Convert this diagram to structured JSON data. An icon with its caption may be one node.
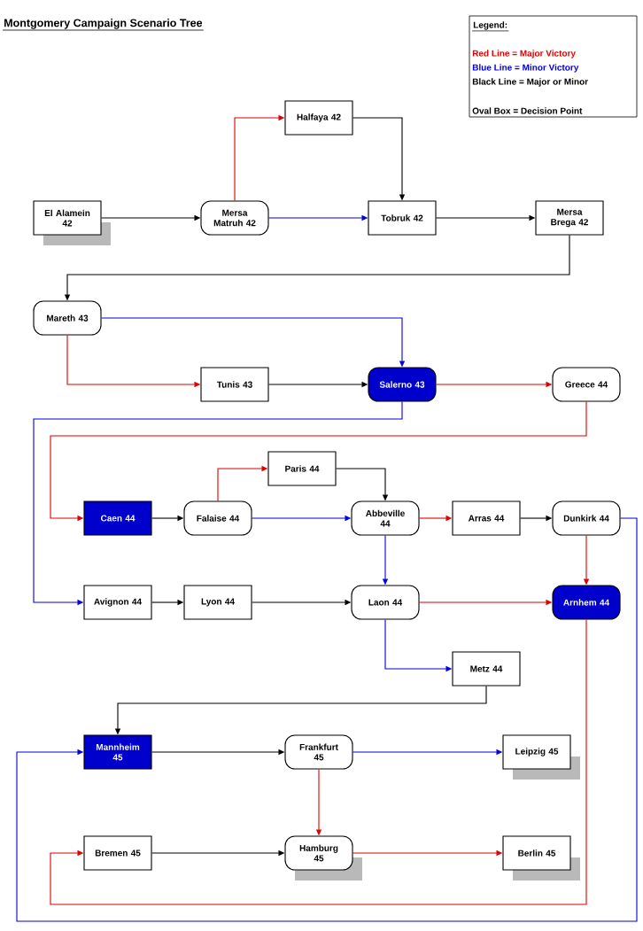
{
  "diagram": {
    "title": "Montgomery Campaign Scenario Tree",
    "nodes": [
      {
        "text": [
          "El Alamein 42"
        ]
      },
      {
        "text": [
          "Mersa Matruh 42"
        ]
      },
      {
        "text": [
          "Halfaya 42"
        ]
      },
      {
        "text": [
          "Tobruk 42"
        ]
      },
      {
        "text": [
          "Mersa Brega 42"
        ]
      },
      {
        "text": [
          "Mareth 43"
        ]
      },
      {
        "text": [
          "Tunis 43"
        ]
      },
      {
        "text": [
          "Salerno 43"
        ]
      },
      {
        "text": [
          "Greece 44"
        ]
      },
      {
        "text": [
          "Caen 44"
        ]
      },
      {
        "text": [
          "Falaise 44"
        ]
      },
      {
        "text": [
          "Paris 44"
        ]
      },
      {
        "text": [
          "Abbeville 44"
        ]
      },
      {
        "text": [
          "Arras 44"
        ]
      },
      {
        "text": [
          "Dunkirk 44"
        ]
      },
      {
        "text": [
          "Avignon 44"
        ]
      },
      {
        "text": [
          "Lyon 44"
        ]
      },
      {
        "text": [
          "Laon 44"
        ]
      },
      {
        "text": [
          "Arnhem 44"
        ]
      },
      {
        "text": [
          "Metz 44"
        ]
      },
      {
        "text": [
          "Mannheim 45"
        ]
      },
      {
        "text": [
          "Frankfurt 45"
        ]
      },
      {
        "text": [
          "Leipzig 45"
        ]
      },
      {
        "text": [
          "Bremen 45"
        ]
      },
      {
        "text": [
          "Hamburg 45"
        ]
      },
      {
        "text": [
          "Berlin 45"
        ]
      }
    ],
    "edges": [
      {
        "from": 0,
        "to": 1,
        "arrow": "to"
      },
      {
        "from": 1,
        "to": 2,
        "arrow": "to",
        "color": "#e00000"
      },
      {
        "from": 1,
        "to": 3,
        "arrow": "to",
        "color": "#0000e0"
      },
      {
        "from": 2,
        "to": 3,
        "arrow": "to"
      },
      {
        "from": 3,
        "to": 4,
        "arrow": "to"
      },
      {
        "from": 4,
        "to": 5,
        "arrow": "to"
      },
      {
        "from": 5,
        "to": 7,
        "arrow": "to",
        "color": "#0000e0"
      },
      {
        "from": 5,
        "to": 6,
        "arrow": "to",
        "color": "#e00000"
      },
      {
        "from": 6,
        "to": 7,
        "arrow": "to"
      },
      {
        "from": 7,
        "to": 8,
        "arrow": "to",
        "color": "#e00000"
      },
      {
        "from": 7,
        "to": 15,
        "arrow": "to",
        "color": "#0000e0"
      },
      {
        "from": 8,
        "to": 9,
        "arrow": "to",
        "color": "#e00000"
      },
      {
        "from": 9,
        "to": 10,
        "arrow": "to"
      },
      {
        "from": 10,
        "to": 11,
        "arrow": "to",
        "color": "#e00000"
      },
      {
        "from": 10,
        "to": 12,
        "arrow": "to",
        "color": "#0000e0"
      },
      {
        "from": 11,
        "to": 12,
        "arrow": "to"
      },
      {
        "from": 12,
        "to": 13,
        "arrow": "to",
        "color": "#e00000"
      },
      {
        "from": 12,
        "to": 17,
        "arrow": "to",
        "color": "#0000e0"
      },
      {
        "from": 13,
        "to": 14,
        "arrow": "to"
      },
      {
        "from": 14,
        "to": 18,
        "arrow": "to",
        "color": "#e00000"
      },
      {
        "from": 14,
        "to": 20,
        "arrow": "to",
        "color": "#0000e0"
      },
      {
        "from": 15,
        "to": 16,
        "arrow": "to"
      },
      {
        "from": 16,
        "to": 17,
        "arrow": "to"
      },
      {
        "from": 17,
        "to": 18,
        "arrow": "to",
        "color": "#e00000"
      },
      {
        "from": 17,
        "to": 19,
        "arrow": "to",
        "color": "#0000e0"
      },
      {
        "from": 18,
        "to": 23,
        "arrow": "to",
        "color": "#e00000"
      },
      {
        "from": 19,
        "to": 20,
        "arrow": "to"
      },
      {
        "from": 20,
        "to": 21,
        "arrow": "to"
      },
      {
        "from": 21,
        "to": 22,
        "arrow": "to",
        "color": "#0000e0"
      },
      {
        "from": 21,
        "to": 24,
        "arrow": "to",
        "color": "#e00000"
      },
      {
        "from": 23,
        "to": 24,
        "arrow": "to"
      },
      {
        "from": 24,
        "to": 25,
        "arrow": "to",
        "color": "#e00000"
      }
    ],
    "labels": [
      "Legend:"
    ],
    "legend": [
      {
        "text": "Red Line = Major Victory",
        "color": "#e00000"
      },
      {
        "text": "Blue Line = Minor Victory",
        "color": "#0000e0"
      },
      {
        "text": "Black Line = Major or Minor",
        "color": "#000000"
      },
      {
        "text": "Oval Box = Decision Point"
      }
    ]
  }
}
